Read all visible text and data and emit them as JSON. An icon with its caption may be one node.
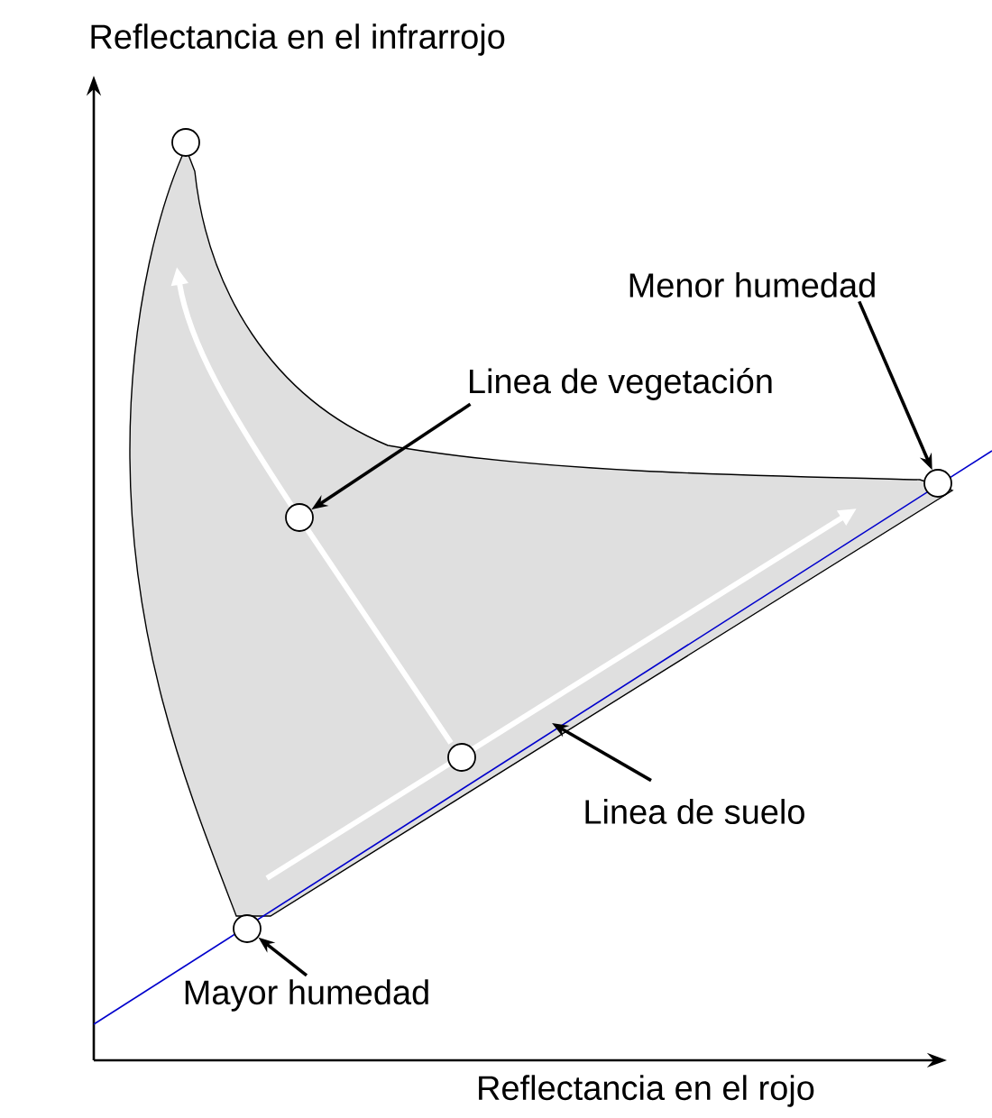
{
  "diagram": {
    "nodes": [
      {
        "text": [],
        "shape": "circle"
      },
      {
        "text": [
          "Menor humedad"
        ]
      },
      {
        "text": [],
        "shape": "circle"
      },
      {
        "text": [
          "Linea de vegetación"
        ]
      },
      {
        "text": [],
        "shape": "circle"
      },
      {
        "text": [],
        "shape": "circle"
      },
      {
        "text": [
          "Linea de suelo"
        ]
      },
      {
        "text": [],
        "shape": "circle"
      },
      {
        "text": [
          "Mayor humedad"
        ]
      }
    ],
    "edges": [
      {
        "from": 1,
        "to": 2,
        "arrow": "to"
      },
      {
        "from": 3,
        "to": 4,
        "arrow": "to"
      },
      {
        "from": 6,
        "to": null,
        "arrow": "to"
      },
      {
        "from": 8,
        "to": 7,
        "arrow": "to"
      }
    ],
    "labels": [
      "Reflectancia en el infrarrojo",
      "Reflectancia en el rojo"
    ]
  }
}
